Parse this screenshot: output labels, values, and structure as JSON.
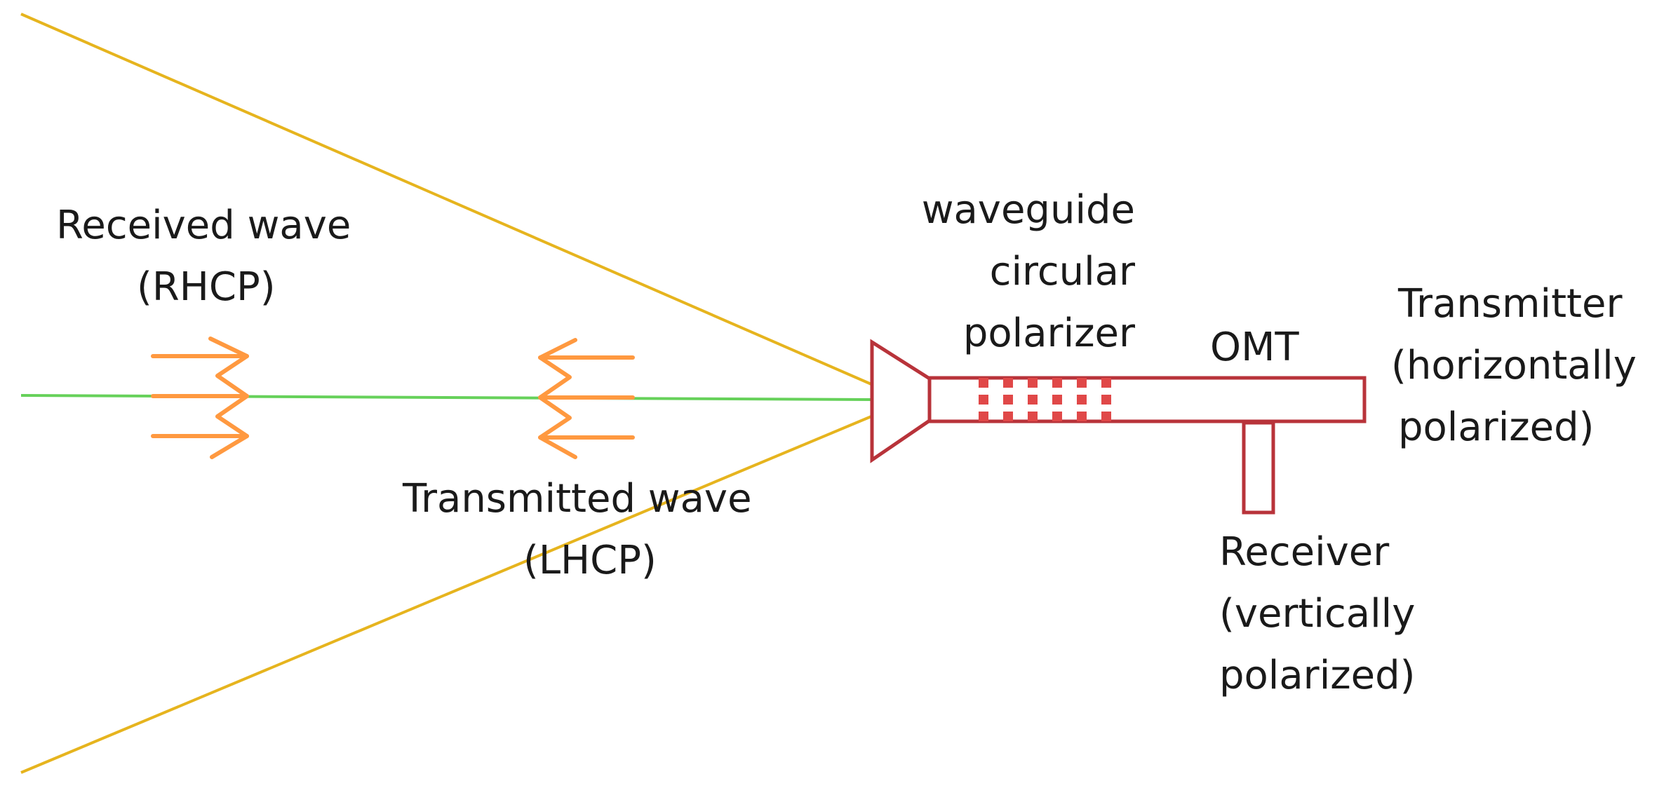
{
  "labels": {
    "received_line1": "Received wave",
    "received_line2": "(RHCP)",
    "transmitted_line1": "Transmitted wave",
    "transmitted_line2": "(LHCP)",
    "polarizer_line1": "waveguide",
    "polarizer_line2": "circular",
    "polarizer_line3": "polarizer",
    "omt": "OMT",
    "transmitter_line1": "Transmitter",
    "transmitter_line2": "(horizontally",
    "transmitter_line3": "polarized)",
    "receiver_line1": "Receiver",
    "receiver_line2": "(vertically",
    "receiver_line3": "polarized)"
  },
  "colors": {
    "beam": "#e6b41e",
    "axis": "#66d15a",
    "wave_arrows": "#ff9940",
    "waveguide": "#b8333a",
    "polarizer_dashes": "#e04848"
  }
}
